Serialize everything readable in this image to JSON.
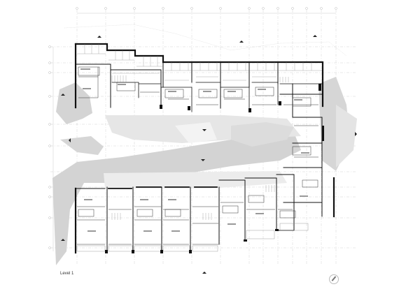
{
  "drawing": {
    "title": "Level 1",
    "type": "architectural floor plan",
    "colors": {
      "walls": "#111111",
      "partitions": "#333333",
      "grid": "#bbbbbb",
      "terrain_fill": "#d9d9d9",
      "paving_fill": "#e8e8e8",
      "background": "#ffffff"
    },
    "grid": {
      "column_lines_x": [
        110,
        151,
        192,
        233,
        274,
        315,
        356,
        376,
        397,
        418,
        438,
        459,
        480
      ],
      "row_lines_y": [
        67,
        90,
        104,
        138,
        141,
        178,
        209,
        246,
        268,
        282,
        312,
        329,
        355,
        359
      ]
    },
    "section_markers": 6,
    "north_arrow": "north-arrow"
  }
}
